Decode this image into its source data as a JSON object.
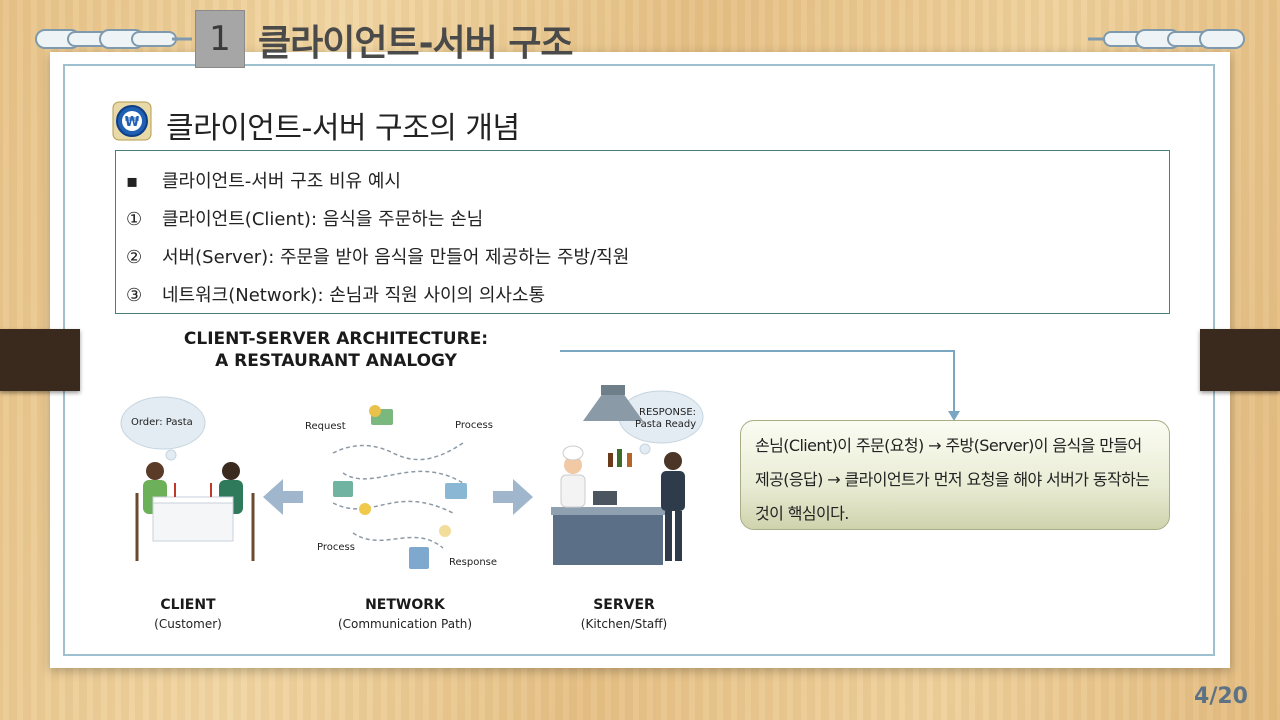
{
  "header": {
    "number": "1",
    "title": "클라이언트-서버 구조"
  },
  "section": {
    "title": "클라이언트-서버 구조의 개념"
  },
  "bullets": [
    {
      "marker": "▪",
      "text": "클라이언트-서버 구조 비유 예시"
    },
    {
      "marker": "①",
      "text": "클라이언트(Client): 음식을 주문하는 손님"
    },
    {
      "marker": "②",
      "text": "서버(Server): 주문을 받아 음식을 만들어 제공하는 주방/직원"
    },
    {
      "marker": "③",
      "text": "네트워크(Network): 손님과 직원 사이의 의사소통"
    }
  ],
  "figure": {
    "title_line1": "CLIENT-SERVER ARCHITECTURE:",
    "title_line2": "A RESTAURANT ANALOGY",
    "order_bubble": "Order: Pasta",
    "response_bubble_1": "RESPONSE:",
    "response_bubble_2": "Pasta Ready",
    "request": "Request",
    "process_top": "Process",
    "process_bottom": "Process",
    "response": "Response",
    "client_label": "CLIENT",
    "client_sub": "(Customer)",
    "network_label": "NETWORK",
    "network_sub": "(Communication Path)",
    "server_label": "SERVER",
    "server_sub": "(Kitchen/Staff)"
  },
  "callout": {
    "text": "손님(Client)이 주문(요청) → 주방(Server)이 음식을 만들어 제공(응답) → 클라이언트가 먼저 요청을 해야 서버가 동작하는 것이 핵심이다."
  },
  "page_number": "4/20"
}
